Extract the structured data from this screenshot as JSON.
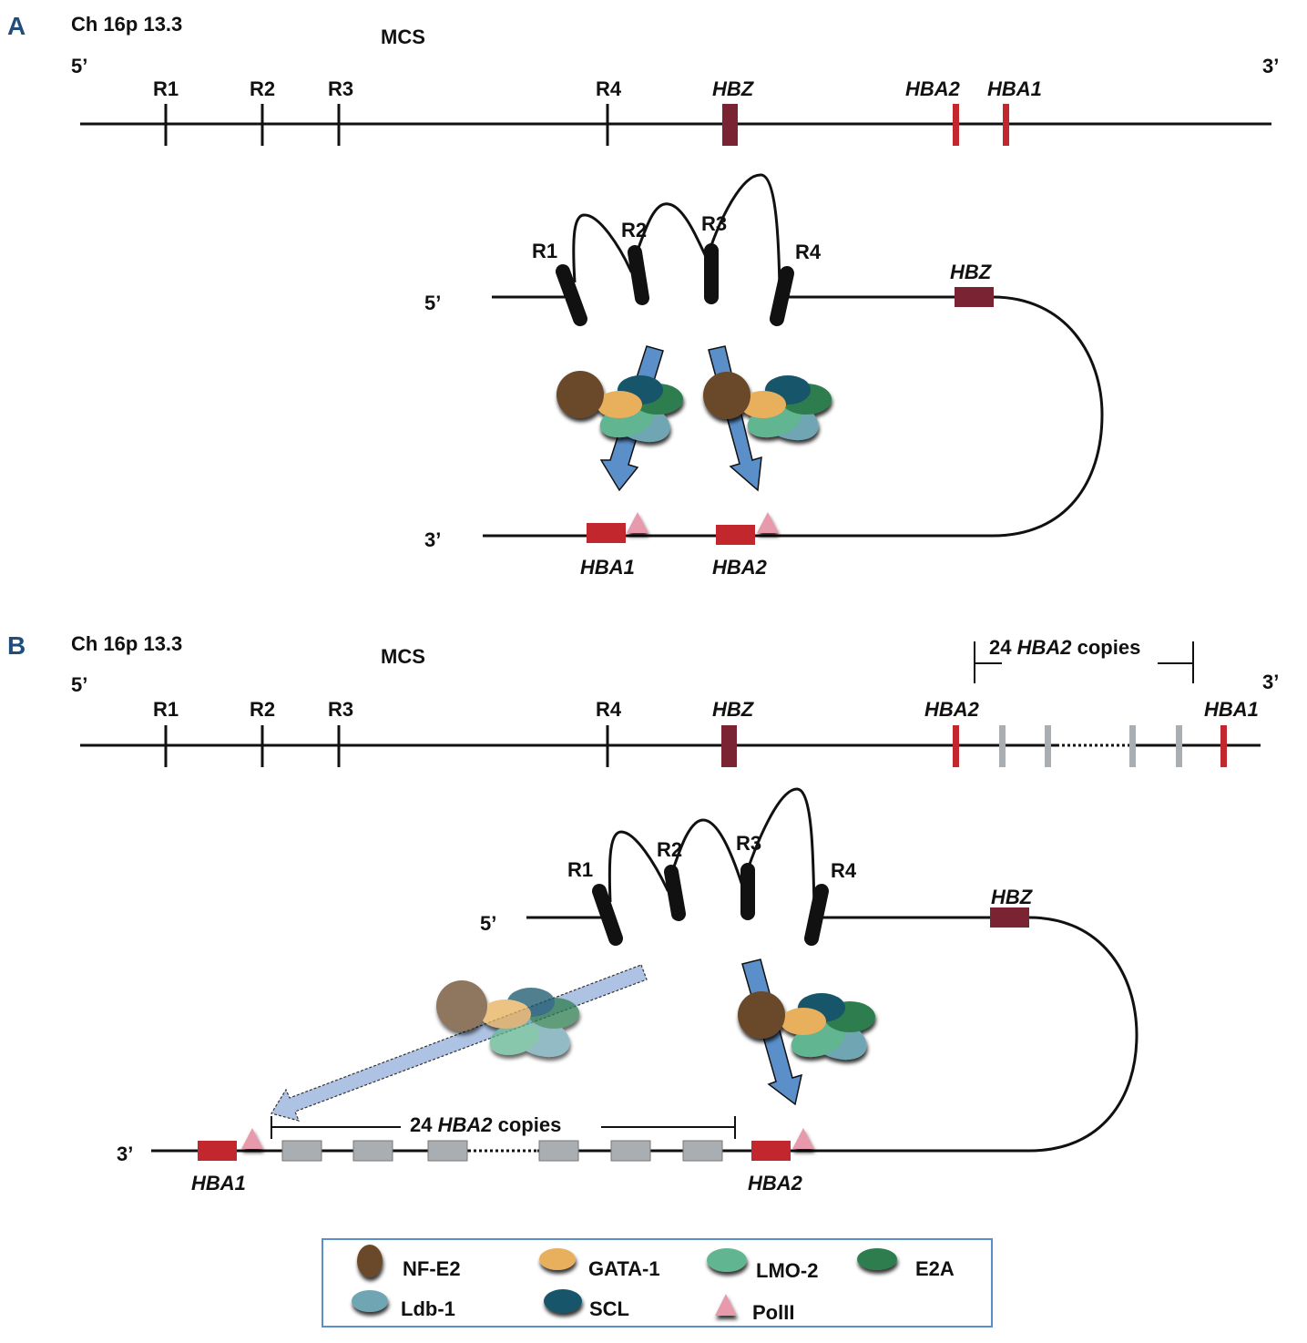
{
  "colors": {
    "line": "#111111",
    "hbz": "#7a2332",
    "hba": "#c1272d",
    "copy": "#a8aeb1",
    "polII": "#e89aad",
    "arrow": "#5b8fc9",
    "arrowFaded": "#aec3e3",
    "panelLetter": "#1f4e7e",
    "legendBorder": "#5b8fc9"
  },
  "factors": {
    "nfe2": {
      "name": "NF-E2",
      "color": "#6b4a2a"
    },
    "gata1": {
      "name": "GATA-1",
      "color": "#e8af5c"
    },
    "lmo2": {
      "name": "LMO-2",
      "color": "#62b591"
    },
    "e2a": {
      "name": "E2A",
      "color": "#2e7d4f"
    },
    "ldb1": {
      "name": "Ldb-1",
      "color": "#6fa5b3"
    },
    "scl": {
      "name": "SCL",
      "color": "#15546b"
    },
    "polII": {
      "name": "PolII",
      "color": "#e89aad"
    }
  },
  "panelA": {
    "letter": "A",
    "chromosome": "Ch 16p 13.3",
    "mcs": "MCS",
    "five_prime": "5’",
    "three_prime": "3’",
    "linear_elements": [
      "R1",
      "R2",
      "R3",
      "R4"
    ],
    "linear_genes": [
      "HBZ",
      "HBA2",
      "HBA1"
    ],
    "loop": {
      "five_prime": "5’",
      "three_prime": "3’",
      "elements": [
        "R1",
        "R2",
        "R3",
        "R4"
      ],
      "hbz": "HBZ",
      "genes_bottom": [
        "HBA1",
        "HBA2"
      ]
    }
  },
  "panelB": {
    "letter": "B",
    "chromosome": "Ch 16p 13.3",
    "mcs": "MCS",
    "five_prime": "5’",
    "three_prime": "3’",
    "linear_elements": [
      "R1",
      "R2",
      "R3",
      "R4"
    ],
    "linear_genes": [
      "HBZ",
      "HBA2",
      "HBA1"
    ],
    "copies_label_prefix": "24 ",
    "copies_label_gene": "HBA2",
    "copies_label_suffix": " copies",
    "loop": {
      "five_prime": "5’",
      "three_prime": "3’",
      "elements": [
        "R1",
        "R2",
        "R3",
        "R4"
      ],
      "hbz": "HBZ",
      "genes_bottom": [
        "HBA1",
        "HBA2"
      ]
    }
  },
  "legend": {
    "items": [
      "NF-E2",
      "GATA-1",
      "LMO-2",
      "E2A",
      "Ldb-1",
      "SCL",
      "PolII"
    ]
  }
}
